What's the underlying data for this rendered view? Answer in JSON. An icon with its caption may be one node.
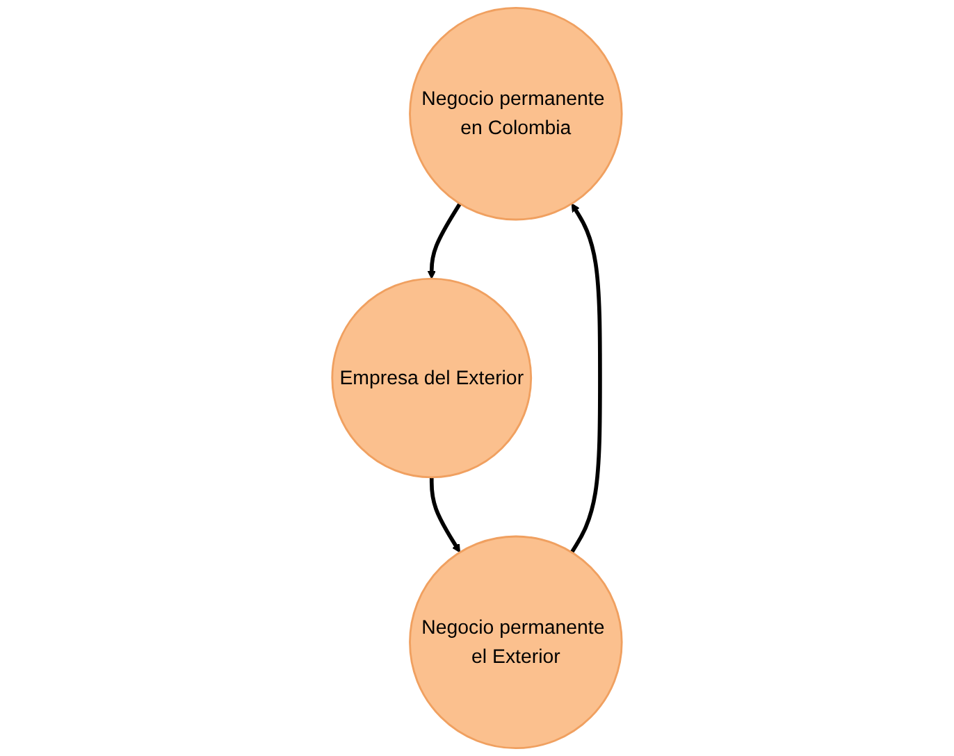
{
  "diagram": {
    "nodes": [
      {
        "text": [
          "Negocio permanente en Colombia"
        ]
      },
      {
        "text": [
          "Empresa del Exterior"
        ]
      },
      {
        "text": [
          "Negocio permanente el Exterior"
        ]
      }
    ],
    "edges": [
      {
        "from": 0,
        "to": 1,
        "arrow": "to"
      },
      {
        "from": 1,
        "to": 2,
        "arrow": "to"
      },
      {
        "from": 2,
        "to": 0,
        "arrow": "to"
      }
    ]
  }
}
